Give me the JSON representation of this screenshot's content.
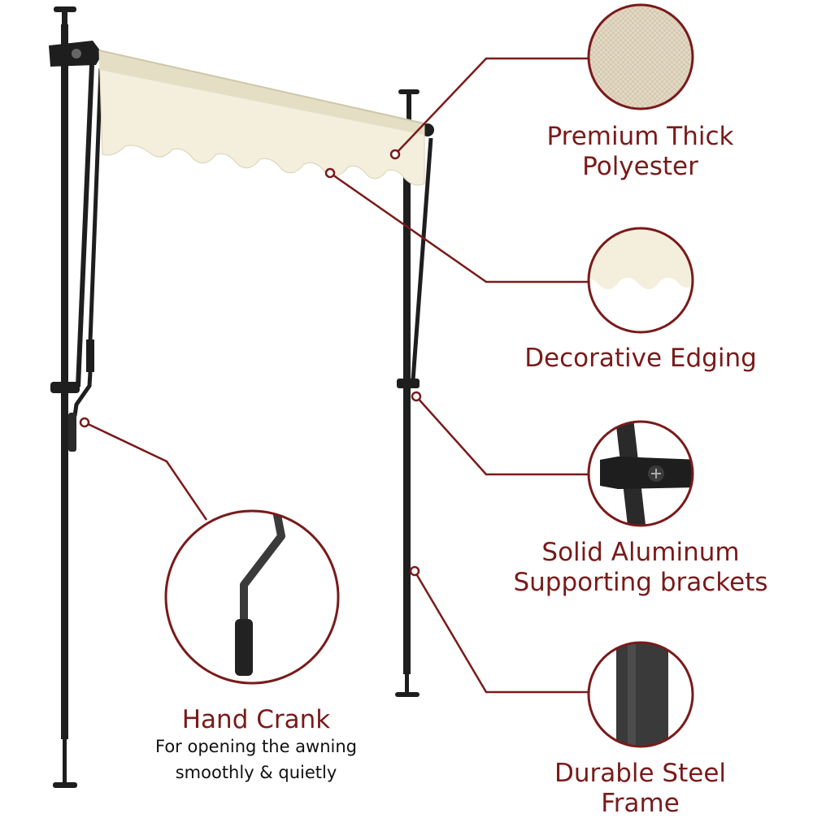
{
  "colors": {
    "accent": "#7a1a1a",
    "pole": "#1e1e1e",
    "fabric": "#f3efdc",
    "fabric_shade": "#e4dec5"
  },
  "features": {
    "polyester": {
      "line1": "Premium Thick",
      "line2": "Polyester"
    },
    "edging": {
      "line1": "Decorative Edging"
    },
    "brackets": {
      "line1": "Solid Aluminum",
      "line2": "Supporting brackets"
    },
    "frame": {
      "line1": "Durable Steel",
      "line2": "Frame"
    },
    "crank": {
      "title": "Hand Crank",
      "desc_line1": "For opening the awning",
      "desc_line2": "smoothly & quietly"
    }
  }
}
